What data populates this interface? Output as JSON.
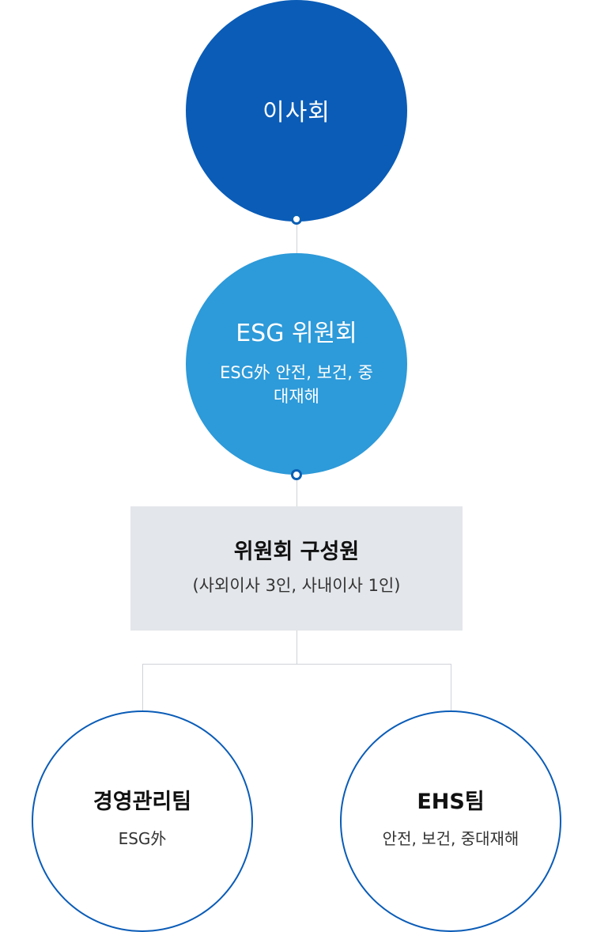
{
  "nodes": {
    "board": {
      "title": "이사회"
    },
    "esg_committee": {
      "title": "ESG 위원회",
      "description": "ESG外 안전, 보건, 중대재해"
    },
    "members": {
      "title": "위원회 구성원",
      "description": "(사외이사 3인, 사내이사 1인)"
    },
    "management_team": {
      "title": "경영관리팀",
      "description": "ESG外"
    },
    "ehs_team": {
      "title": "EHS팀",
      "description": "안전, 보건, 중대재해"
    }
  },
  "colors": {
    "board_fill": "#0a5cb7",
    "committee_fill": "#2d9ad9",
    "members_fill": "#e3e6ea",
    "team_border": "#0a5cb7",
    "connector": "#cfd3d8"
  }
}
